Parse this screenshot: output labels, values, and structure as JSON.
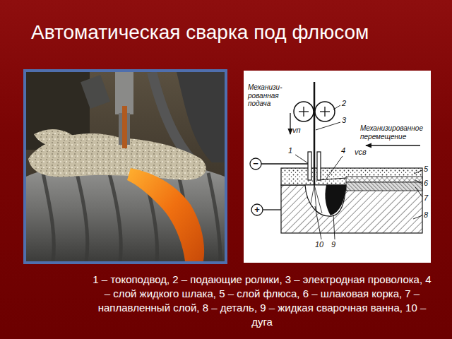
{
  "diagram": {
    "title": "Автоматическая сварка под флюсом",
    "caption": "1 – токоподвод, 2 – подающие ролики, 3 – электродная проволока, 4 – слой жидкого шлака, 5 – слой флюса, 6 – шлаковая корка, 7 – наплавленный слой, 8 – деталь, 9 – жидкая сварочная ванна, 10 – дуга",
    "labels": [
      "Механизи- рованная подача",
      "vп",
      "2",
      "3",
      "Механизированное перемещение",
      "vсв",
      "1",
      "4",
      "5",
      "6",
      "−",
      "7",
      "+",
      "8",
      "10",
      "9"
    ]
  }
}
